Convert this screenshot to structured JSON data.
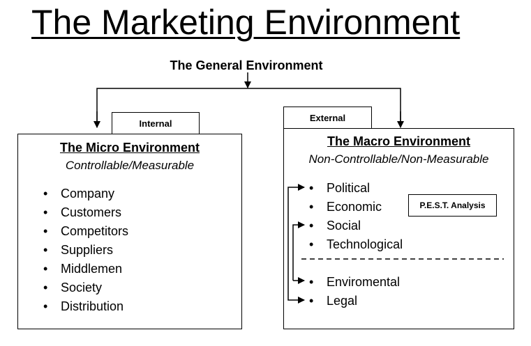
{
  "title": "The Marketing Environment",
  "general": "The General Environment",
  "micro": {
    "tab": "Internal",
    "title": "The Micro Environment",
    "subtitle": "Controllable/Measurable",
    "items": [
      "Company",
      "Customers",
      "Competitors",
      "Suppliers",
      "Middlemen",
      "Society",
      "Distribution"
    ]
  },
  "macro": {
    "tab": "External",
    "title": "The Macro Environment",
    "subtitle": "Non-Controllable/Non-Measurable",
    "items": [
      "Political",
      "Economic",
      "Social",
      "Technological",
      "Enviromental",
      "Legal"
    ],
    "pest_label": "P.E.S.T. Analysis"
  },
  "bullet_char": "•"
}
